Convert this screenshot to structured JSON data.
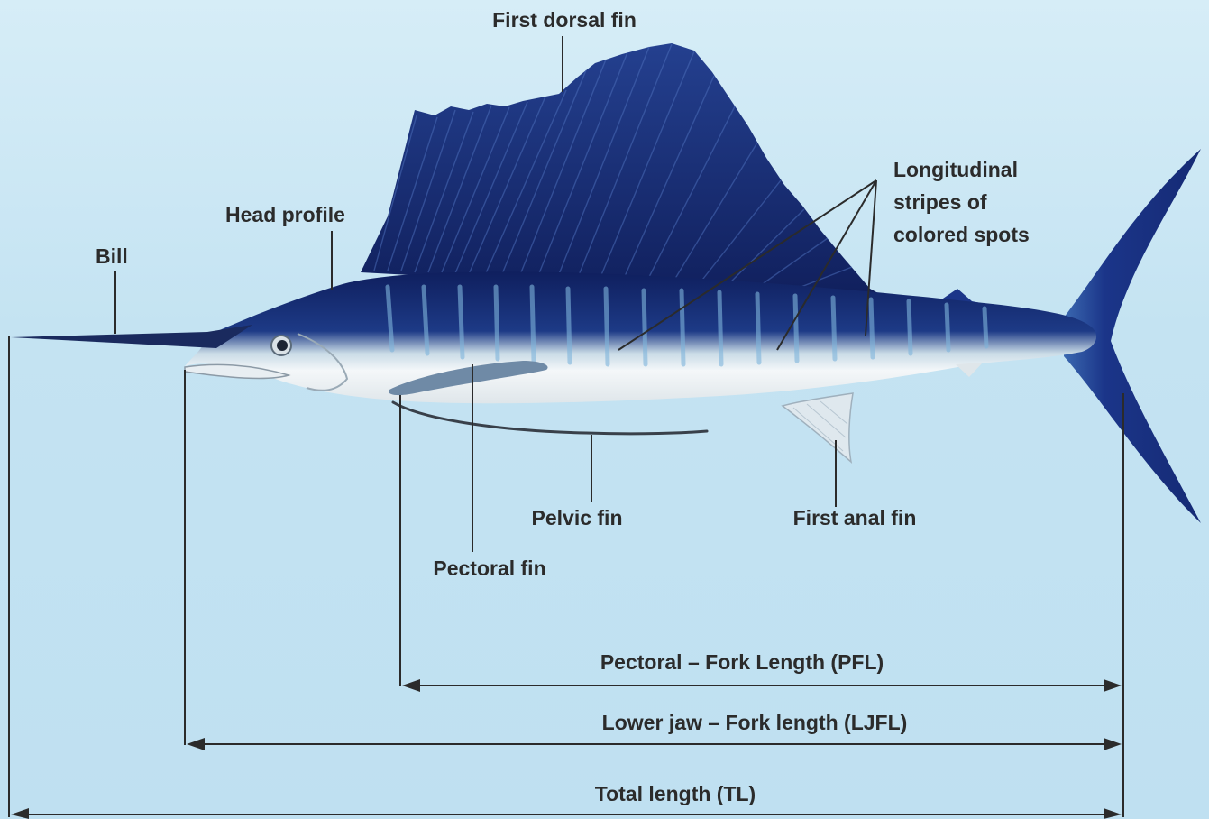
{
  "labels": {
    "first_dorsal_fin": "First dorsal fin",
    "longitudinal_stripes": [
      "Longitudinal",
      "stripes of",
      "colored spots"
    ],
    "head_profile": "Head profile",
    "bill": "Bill",
    "pelvic_fin": "Pelvic fin",
    "first_anal_fin": "First anal fin",
    "pectoral_fin": "Pectoral fin"
  },
  "measurements": {
    "pfl": "Pectoral – Fork Length (PFL)",
    "ljfl": "Lower jaw – Fork length (LJFL)",
    "tl": "Total length (TL)"
  },
  "colors": {
    "background": "#c4e3f2",
    "dorsal_fin": "#1a2f7a",
    "body_dark": "#162a6e",
    "belly": "#f2f6f8",
    "line": "#2b2b2b"
  }
}
